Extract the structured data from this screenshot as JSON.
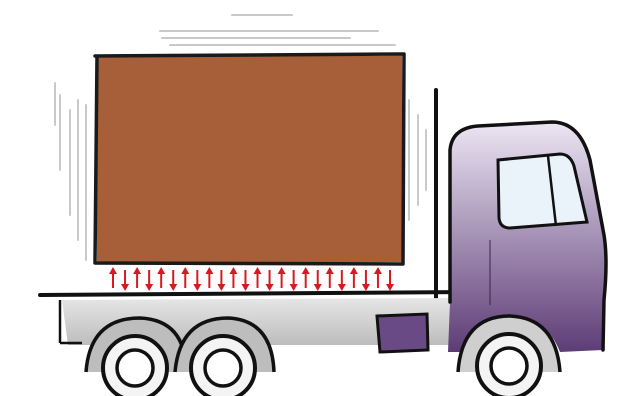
{
  "illustration": {
    "subject": "truck",
    "colors": {
      "crate": "#a65f38",
      "crate_outline": "#1a1a1a",
      "cab_top": "#ece6f3",
      "cab_bottom": "#5d3c76",
      "bumper": "#6a4a84",
      "chassis": "#d4d4d4",
      "wheel": "#f4f4f4",
      "window": "#eaf2fa",
      "force_arrows": "#d71920",
      "motion_lines": "#c9c9c9"
    },
    "force_arrows": {
      "count": 24,
      "pattern": [
        "up",
        "down"
      ]
    }
  }
}
